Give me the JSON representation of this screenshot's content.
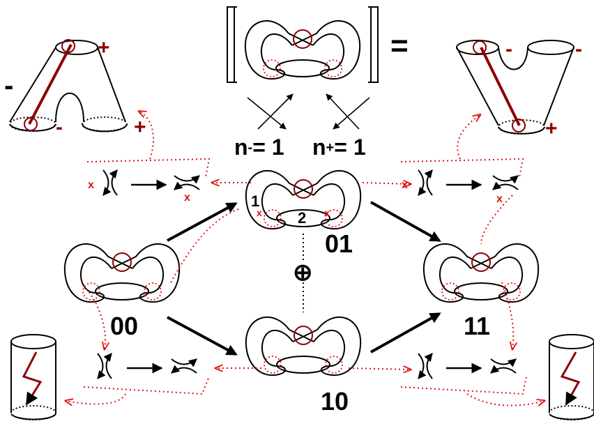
{
  "colors": {
    "ink": "#000000",
    "accent": "#8b0000",
    "dotted": "#e01010"
  },
  "formula": {
    "equals": "=",
    "n_minus_base": "n",
    "n_minus_sub": "-",
    "n_minus_rest": "= 1",
    "n_plus_base": "n",
    "n_plus_sub": "+",
    "n_plus_rest": "= 1"
  },
  "states": {
    "s00": "00",
    "s01": "01",
    "s10": "10",
    "s11": "11"
  },
  "circle_labels": {
    "one": "1",
    "two": "2"
  },
  "direct_sum": "⊕",
  "saddle_mark": "x",
  "cobordism_left": {
    "minus_left": "-",
    "plus_top": "+",
    "minus_bottom": "-",
    "plus_bottom": "+"
  },
  "cobordism_right": {
    "minus_top_left": "-",
    "minus_top_right": "-",
    "plus_bottom": "+"
  }
}
